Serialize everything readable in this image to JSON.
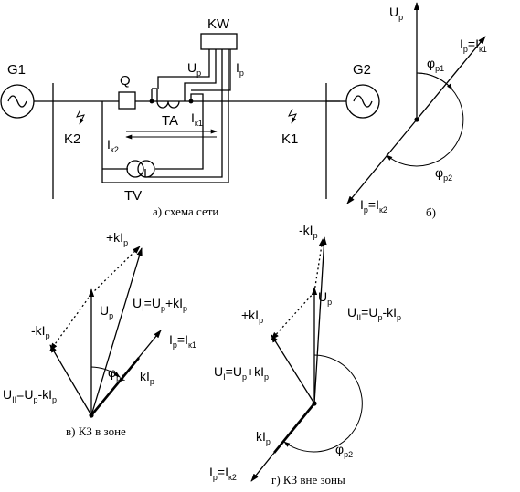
{
  "network": {
    "caption": "а) схема сети",
    "g1": "G1",
    "g2": "G2",
    "q": "Q",
    "kw": "KW",
    "ta": "TA",
    "tv": "TV",
    "k1": "K1",
    "k2": "K2",
    "up": "U",
    "up_sub": "p",
    "ip": "I",
    "ip_sub": "p",
    "ik1": "I",
    "ik1_sub": "к1",
    "ik2": "I",
    "ik2_sub": "к2"
  },
  "diagram_b": {
    "caption": "б)",
    "up": "U",
    "up_sub": "p",
    "ip_k1": "I",
    "ip_k1_sub1": "p",
    "ip_k1_eq": "=I",
    "ip_k1_sub2": "к1",
    "ip_k2": "I",
    "ip_k2_sub1": "p",
    "ip_k2_eq": "=I",
    "ip_k2_sub2": "к2",
    "phi1": "φ",
    "phi1_sub": "p1",
    "phi2": "φ",
    "phi2_sub": "p2"
  },
  "diagram_v": {
    "caption": "в) КЗ в зоне",
    "plus_kip": "+kI",
    "plus_kip_sub": "p",
    "minus_kip": "-kI",
    "minus_kip_sub": "p",
    "up": "U",
    "up_sub": "p",
    "ui": "U",
    "ui_sub": "I",
    "ui_rest": "=U",
    "ui_rest_sub": "p",
    "ui_tail": "+kI",
    "ui_tail_sub": "p",
    "uii": "U",
    "uii_sub": "II",
    "uii_rest": "=U",
    "uii_rest_sub": "p",
    "uii_tail": "-kI",
    "uii_tail_sub": "p",
    "ip": "I",
    "ip_sub": "p",
    "ip_eq": "=I",
    "ip_eq_sub": "к1",
    "kip": "kI",
    "kip_sub": "p",
    "phi": "φ",
    "phi_sub": "p1"
  },
  "diagram_g": {
    "caption": "г) КЗ вне зоны",
    "minus_kip": "-kI",
    "minus_kip_sub": "p",
    "plus_kip": "+kI",
    "plus_kip_sub": "p",
    "up": "U",
    "up_sub": "p",
    "uii": "U",
    "uii_sub": "II",
    "uii_rest": "=U",
    "uii_rest_sub": "p",
    "uii_tail": "-kI",
    "uii_tail_sub": "p",
    "ui": "U",
    "ui_sub": "I",
    "ui_rest": "=U",
    "ui_rest_sub": "p",
    "ui_tail": "+kI",
    "ui_tail_sub": "p",
    "kip": "kI",
    "kip_sub": "p",
    "ip": "I",
    "ip_sub": "p",
    "ip_eq": "=I",
    "ip_eq_sub": "к2",
    "phi": "φ",
    "phi_sub": "p2"
  }
}
